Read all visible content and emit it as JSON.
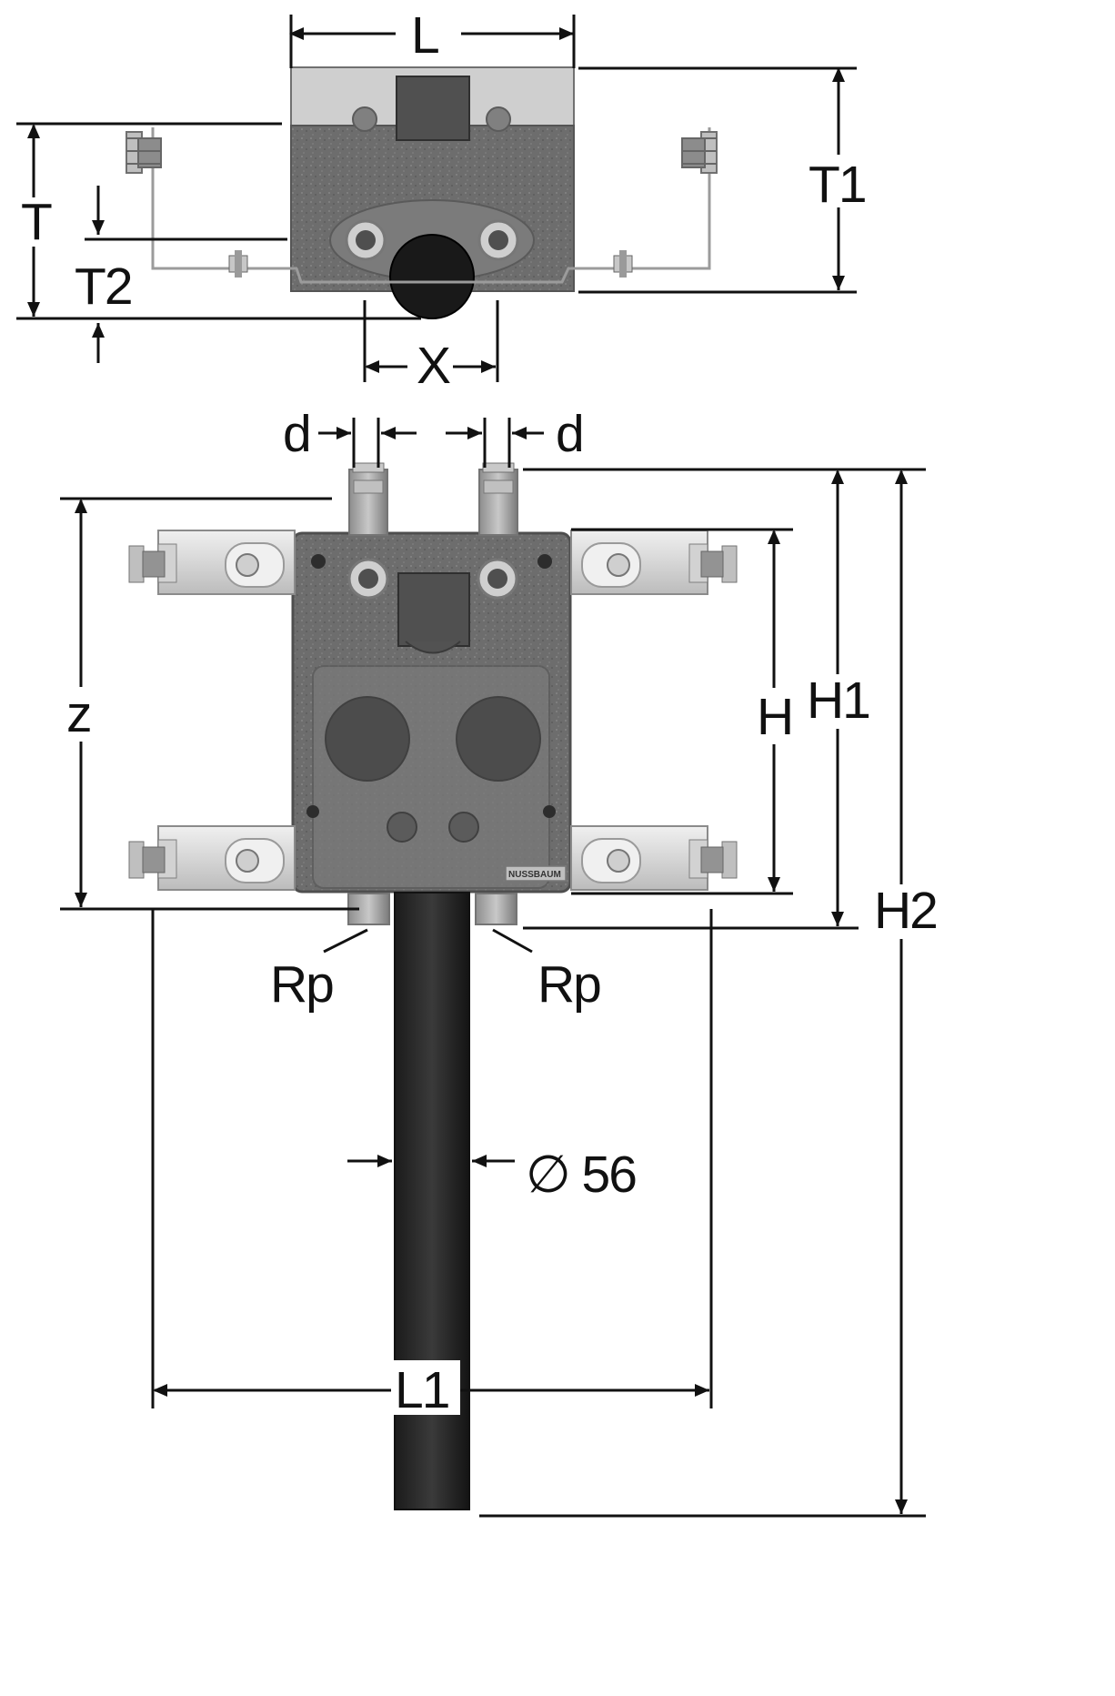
{
  "labels": {
    "L": "L",
    "T1": "T1",
    "T": "T",
    "T2": "T2",
    "X": "X",
    "d_left": "d",
    "d_right": "d",
    "z": "z",
    "H": "H",
    "H1": "H1",
    "H2": "H2",
    "rp_left": "Rp",
    "rp_right": "Rp",
    "diameter": "∅ 56",
    "L1": "L1",
    "brand": "NUSSBAUM"
  }
}
